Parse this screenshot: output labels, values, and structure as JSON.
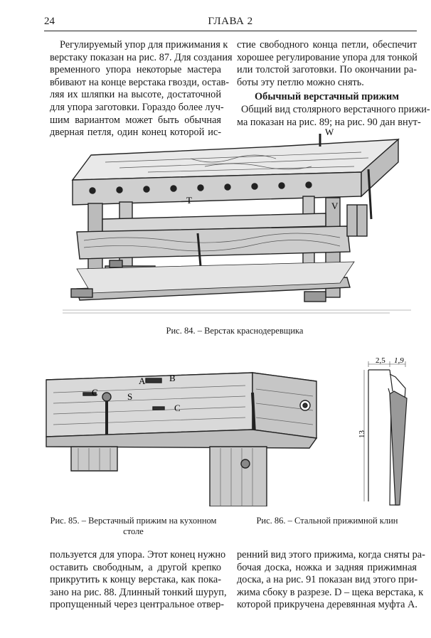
{
  "header": {
    "page_number": "24",
    "chapter_title": "ГЛАВА 2"
  },
  "column_top_left": [
    "Регулируемый упор для прижимания к",
    "верстаку показан на рис. 87. Для создания",
    "временного упора некоторые мастера",
    "вбивают на конце верстака гвозди, остав-",
    "ляя их шляпки на высоте, достаточной",
    "для упора заготовки. Гораздо более луч-",
    "шим вариантом может быть обычная",
    "дверная петля, один конец которой ис-"
  ],
  "column_top_right": [
    "стие свободного конца петли, обеспечит",
    "хорошее регулирование упора для тонкой",
    "или толстой заготовки. По окончании ра-",
    "боты эту петлю можно снять."
  ],
  "section_heading": "Обычный верстачный прижим",
  "column_top_right_2": [
    "Общий вид столярного верстачного прижи-",
    "ма показан на рис. 89; на рис. 90 дан внут-"
  ],
  "figures": {
    "fig84": {
      "labels": {
        "w": "W",
        "t": "T",
        "v": "V"
      },
      "caption": "Рис. 84. – Верстак краснодеревщика"
    },
    "fig85": {
      "labels": {
        "a": "A",
        "b": "B",
        "c1": "C",
        "s": "S",
        "c2": "C"
      },
      "caption_line1": "Рис. 85. – Верстачный прижим на кухонном",
      "caption_line2": "столе"
    },
    "fig86": {
      "dim_top_left": "2,5",
      "dim_top_right": "1,9",
      "dim_height": "13",
      "caption": "Рис. 86. – Стальной прижимной клин"
    }
  },
  "column_bottom_left": [
    "пользуется для упора. Этот конец нужно",
    "оставить свободным, а другой крепко",
    "прикрутить к концу верстака, как пока-",
    "зано на рис. 88. Длинный тонкий шуруп,",
    "пропущенный через центральное отвер-"
  ],
  "column_bottom_right": [
    "ренний вид этого прижима, когда сняты ра-",
    "бочая доска, ножка и задняя прижимная",
    "доска, а на рис. 91 показан вид этого при-",
    "жима сбоку в разрезе. D – щека верстака, к",
    "которой прикручена деревянная муфта А."
  ]
}
